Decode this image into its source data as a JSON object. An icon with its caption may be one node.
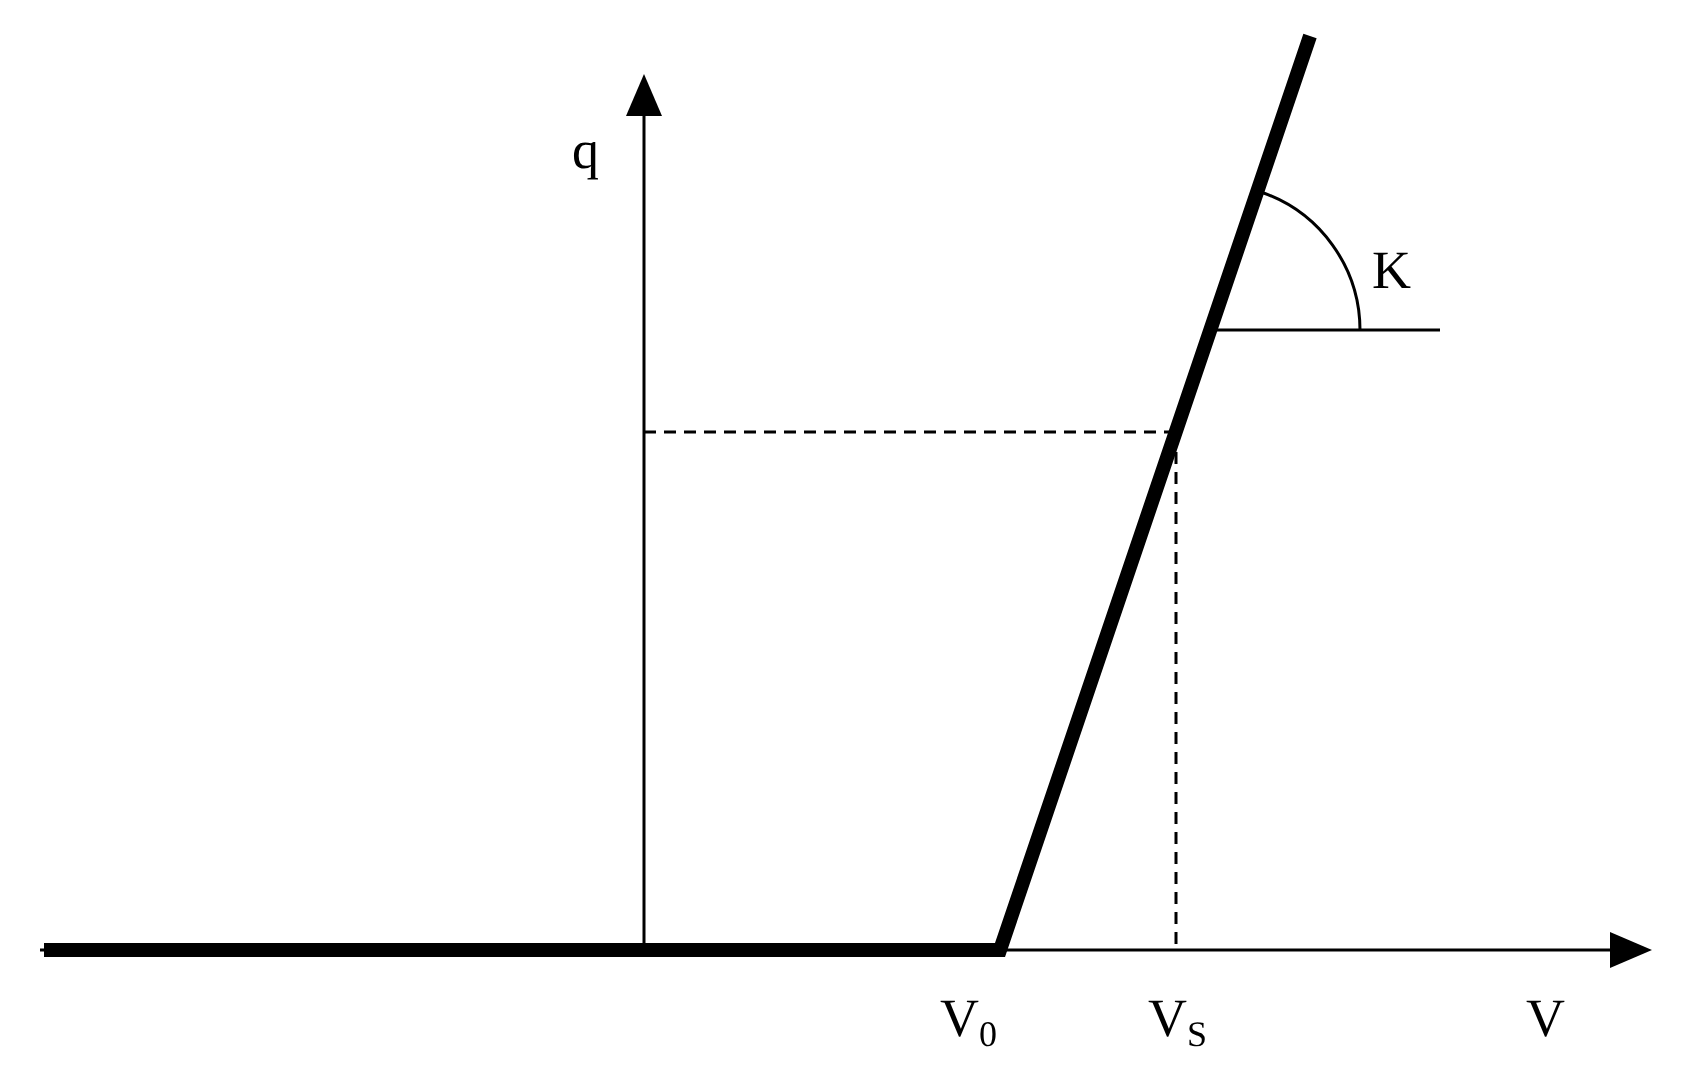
{
  "diagram": {
    "labels": [
      "q",
      "K",
      "V$_{0}$",
      "V$_{S}$",
      "V"
    ]
  }
}
